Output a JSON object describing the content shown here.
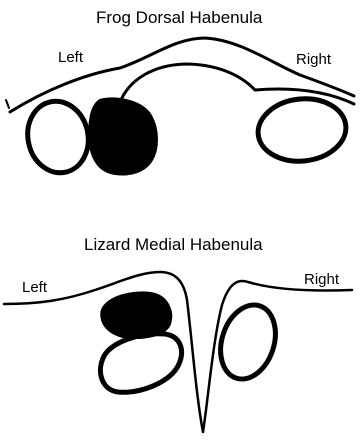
{
  "panels": [
    {
      "title": "Frog Dorsal Habenula",
      "left_label": "Left",
      "right_label": "Right"
    },
    {
      "title": "Lizard Medial Habenula",
      "left_label": "Left",
      "right_label": "Right"
    }
  ],
  "colors": {
    "stroke": "#000000",
    "filled_nucleus": "#000000",
    "background": "#ffffff"
  }
}
